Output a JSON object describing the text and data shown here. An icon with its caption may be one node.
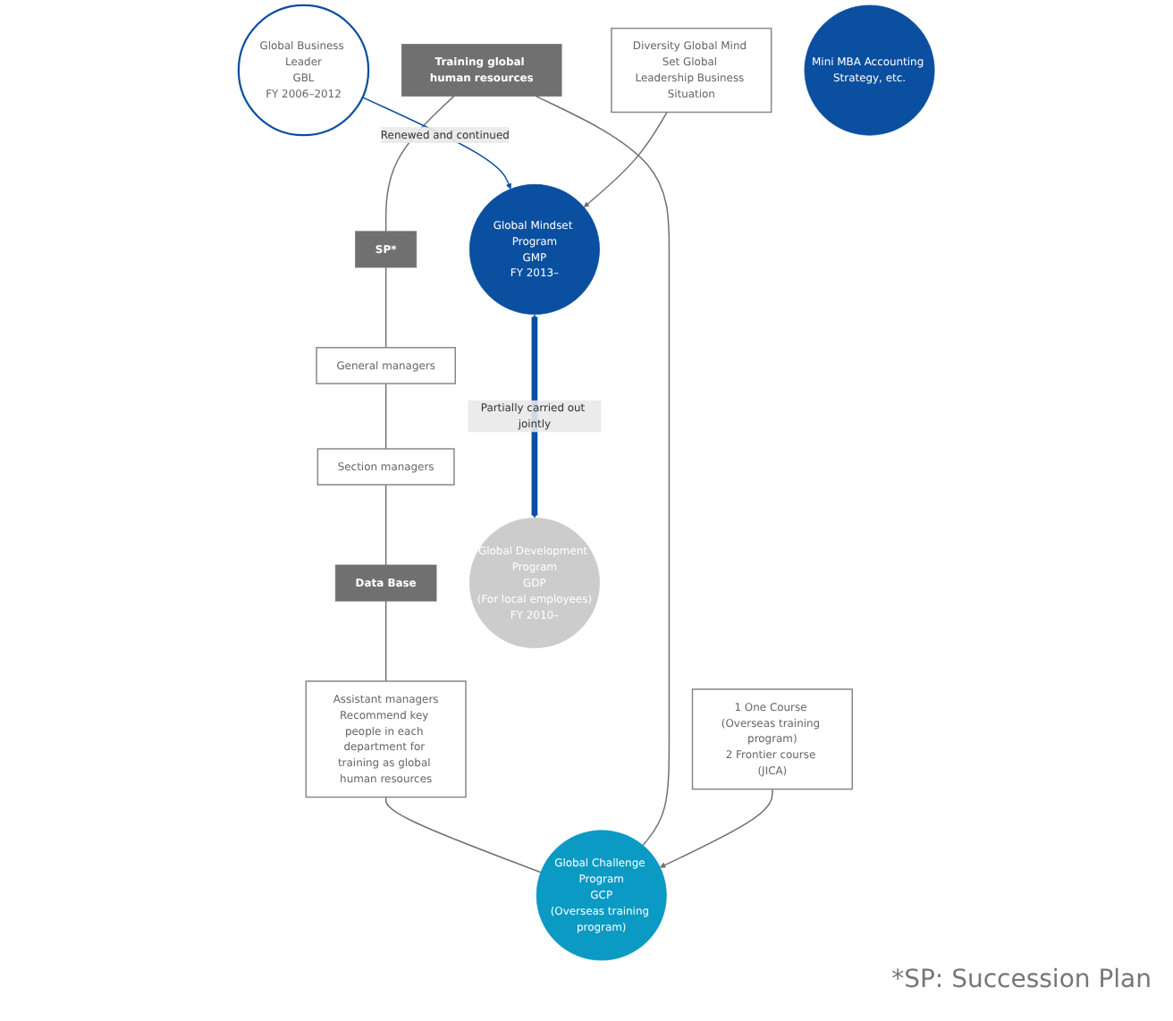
{
  "diagram": {
    "caption": "*SP: Succession Plan",
    "nodes": [
      {
        "text": [
          "Training global human resources"
        ]
      },
      {
        "text": [
          "SP*"
        ]
      },
      {
        "text": [
          "General managers"
        ]
      },
      {
        "text": [
          "Section managers"
        ]
      },
      {
        "text": [
          "Data Base"
        ]
      },
      {
        "text": [
          "Assistant managers",
          "Recommend key people in each department for training as global human resources"
        ]
      },
      {
        "text": [
          "Global Business Leader",
          "GBL",
          "FY 2006–2012"
        ]
      },
      {
        "text": [
          "Global Mindset Program",
          "GMP",
          "FY 2013–"
        ]
      },
      {
        "text": [
          "Global Development Program",
          "GDP",
          "(For local employees)",
          "FY 2010–"
        ]
      },
      {
        "text": [
          "Diversity Global Mind Set Global Leadership Business Situation"
        ]
      },
      {
        "text": [
          "Mini MBA Accounting Strategy, etc."
        ]
      },
      {
        "text": [
          "Global Challenge Program",
          "GCP",
          "(Overseas training program)"
        ]
      },
      {
        "text": [
          "1 One Course (Overseas training program)",
          "2 Frontier course (JICA)"
        ]
      }
    ],
    "edges": [
      {
        "from": 0,
        "to": 1,
        "arrow": "none",
        "color": "#707070"
      },
      {
        "from": 1,
        "to": 2,
        "arrow": "none",
        "color": "#707070"
      },
      {
        "from": 2,
        "to": 3,
        "arrow": "none",
        "color": "#707070"
      },
      {
        "from": 3,
        "to": 4,
        "arrow": "none",
        "color": "#707070"
      },
      {
        "from": 4,
        "to": 5,
        "arrow": "none",
        "color": "#707070"
      },
      {
        "from": 5,
        "to": 11,
        "arrow": "none",
        "color": "#707070"
      },
      {
        "from": 0,
        "to": 11,
        "arrow": "none",
        "color": "#707070"
      },
      {
        "from": 6,
        "to": 7,
        "arrow": "to",
        "label": "Renewed and continued",
        "color": "#0a4fa0"
      },
      {
        "from": 7,
        "to": 8,
        "arrow": "both",
        "label": "Partially carried out jointly",
        "style": "thick",
        "color": "#0a4fa0"
      },
      {
        "from": 9,
        "to": 7,
        "arrow": "to",
        "color": "#707070"
      },
      {
        "from": 12,
        "to": 11,
        "arrow": "to",
        "color": "#707070"
      }
    ]
  }
}
